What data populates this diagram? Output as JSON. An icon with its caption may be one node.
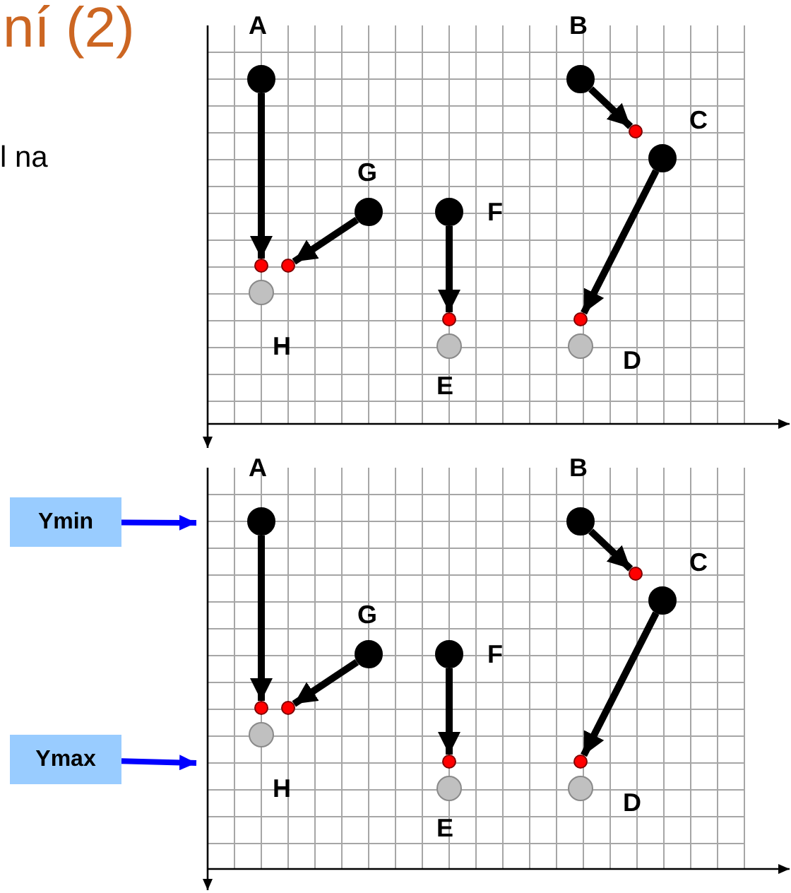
{
  "diagram": {
    "title": "ní (2)",
    "nodes": [
      {
        "text": [],
        "shape": "circle",
        "beside": [
          "A"
        ]
      },
      {
        "text": [],
        "shape": "circle",
        "beside": [
          "B"
        ]
      },
      {
        "text": [],
        "shape": "circle"
      },
      {
        "text": [],
        "shape": "circle",
        "beside": [
          "C"
        ]
      },
      {
        "text": [],
        "shape": "circle",
        "beside": [
          "G"
        ]
      },
      {
        "text": [],
        "shape": "circle",
        "beside": [
          "F"
        ]
      },
      {
        "text": [],
        "shape": "circle"
      },
      {
        "text": [],
        "shape": "circle"
      },
      {
        "text": [],
        "shape": "circle",
        "beside": [
          "H"
        ]
      },
      {
        "text": [],
        "shape": "circle"
      },
      {
        "text": [],
        "shape": "circle"
      },
      {
        "text": [],
        "shape": "circle",
        "beside": [
          "E"
        ]
      },
      {
        "text": [],
        "shape": "circle",
        "beside": [
          "D"
        ]
      },
      {
        "text": [],
        "shape": "circle",
        "beside": [
          "A"
        ]
      },
      {
        "text": [],
        "shape": "circle",
        "beside": [
          "B"
        ]
      },
      {
        "text": [],
        "shape": "circle"
      },
      {
        "text": [],
        "shape": "circle",
        "beside": [
          "C"
        ]
      },
      {
        "text": [],
        "shape": "circle",
        "beside": [
          "G"
        ]
      },
      {
        "text": [],
        "shape": "circle",
        "beside": [
          "F"
        ]
      },
      {
        "text": [],
        "shape": "circle"
      },
      {
        "text": [],
        "shape": "circle"
      },
      {
        "text": [],
        "shape": "circle",
        "beside": [
          "H"
        ]
      },
      {
        "text": [],
        "shape": "circle"
      },
      {
        "text": [],
        "shape": "circle"
      },
      {
        "text": [],
        "shape": "circle",
        "beside": [
          "E"
        ]
      },
      {
        "text": [],
        "shape": "circle",
        "beside": [
          "D"
        ]
      },
      {
        "text": [
          "Ymin"
        ]
      },
      {
        "text": [
          "Ymax"
        ]
      }
    ],
    "edges": [
      {
        "from": 0,
        "to": 6,
        "arrow": "to"
      },
      {
        "from": 1,
        "to": 2,
        "arrow": "to"
      },
      {
        "from": 3,
        "to": 10,
        "arrow": "to"
      },
      {
        "from": 4,
        "to": 7,
        "arrow": "to"
      },
      {
        "from": 5,
        "to": 9,
        "arrow": "to"
      },
      {
        "from": 13,
        "to": 19,
        "arrow": "to"
      },
      {
        "from": 14,
        "to": 15,
        "arrow": "to"
      },
      {
        "from": 16,
        "to": 23,
        "arrow": "to"
      },
      {
        "from": 17,
        "to": 20,
        "arrow": "to"
      },
      {
        "from": 18,
        "to": 22,
        "arrow": "to"
      },
      {
        "from": 26,
        "to": null,
        "arrow": "to",
        "color": "#0000ff"
      },
      {
        "from": 27,
        "to": null,
        "arrow": "to",
        "color": "#0000ff"
      }
    ],
    "labels": [
      "l na"
    ]
  }
}
